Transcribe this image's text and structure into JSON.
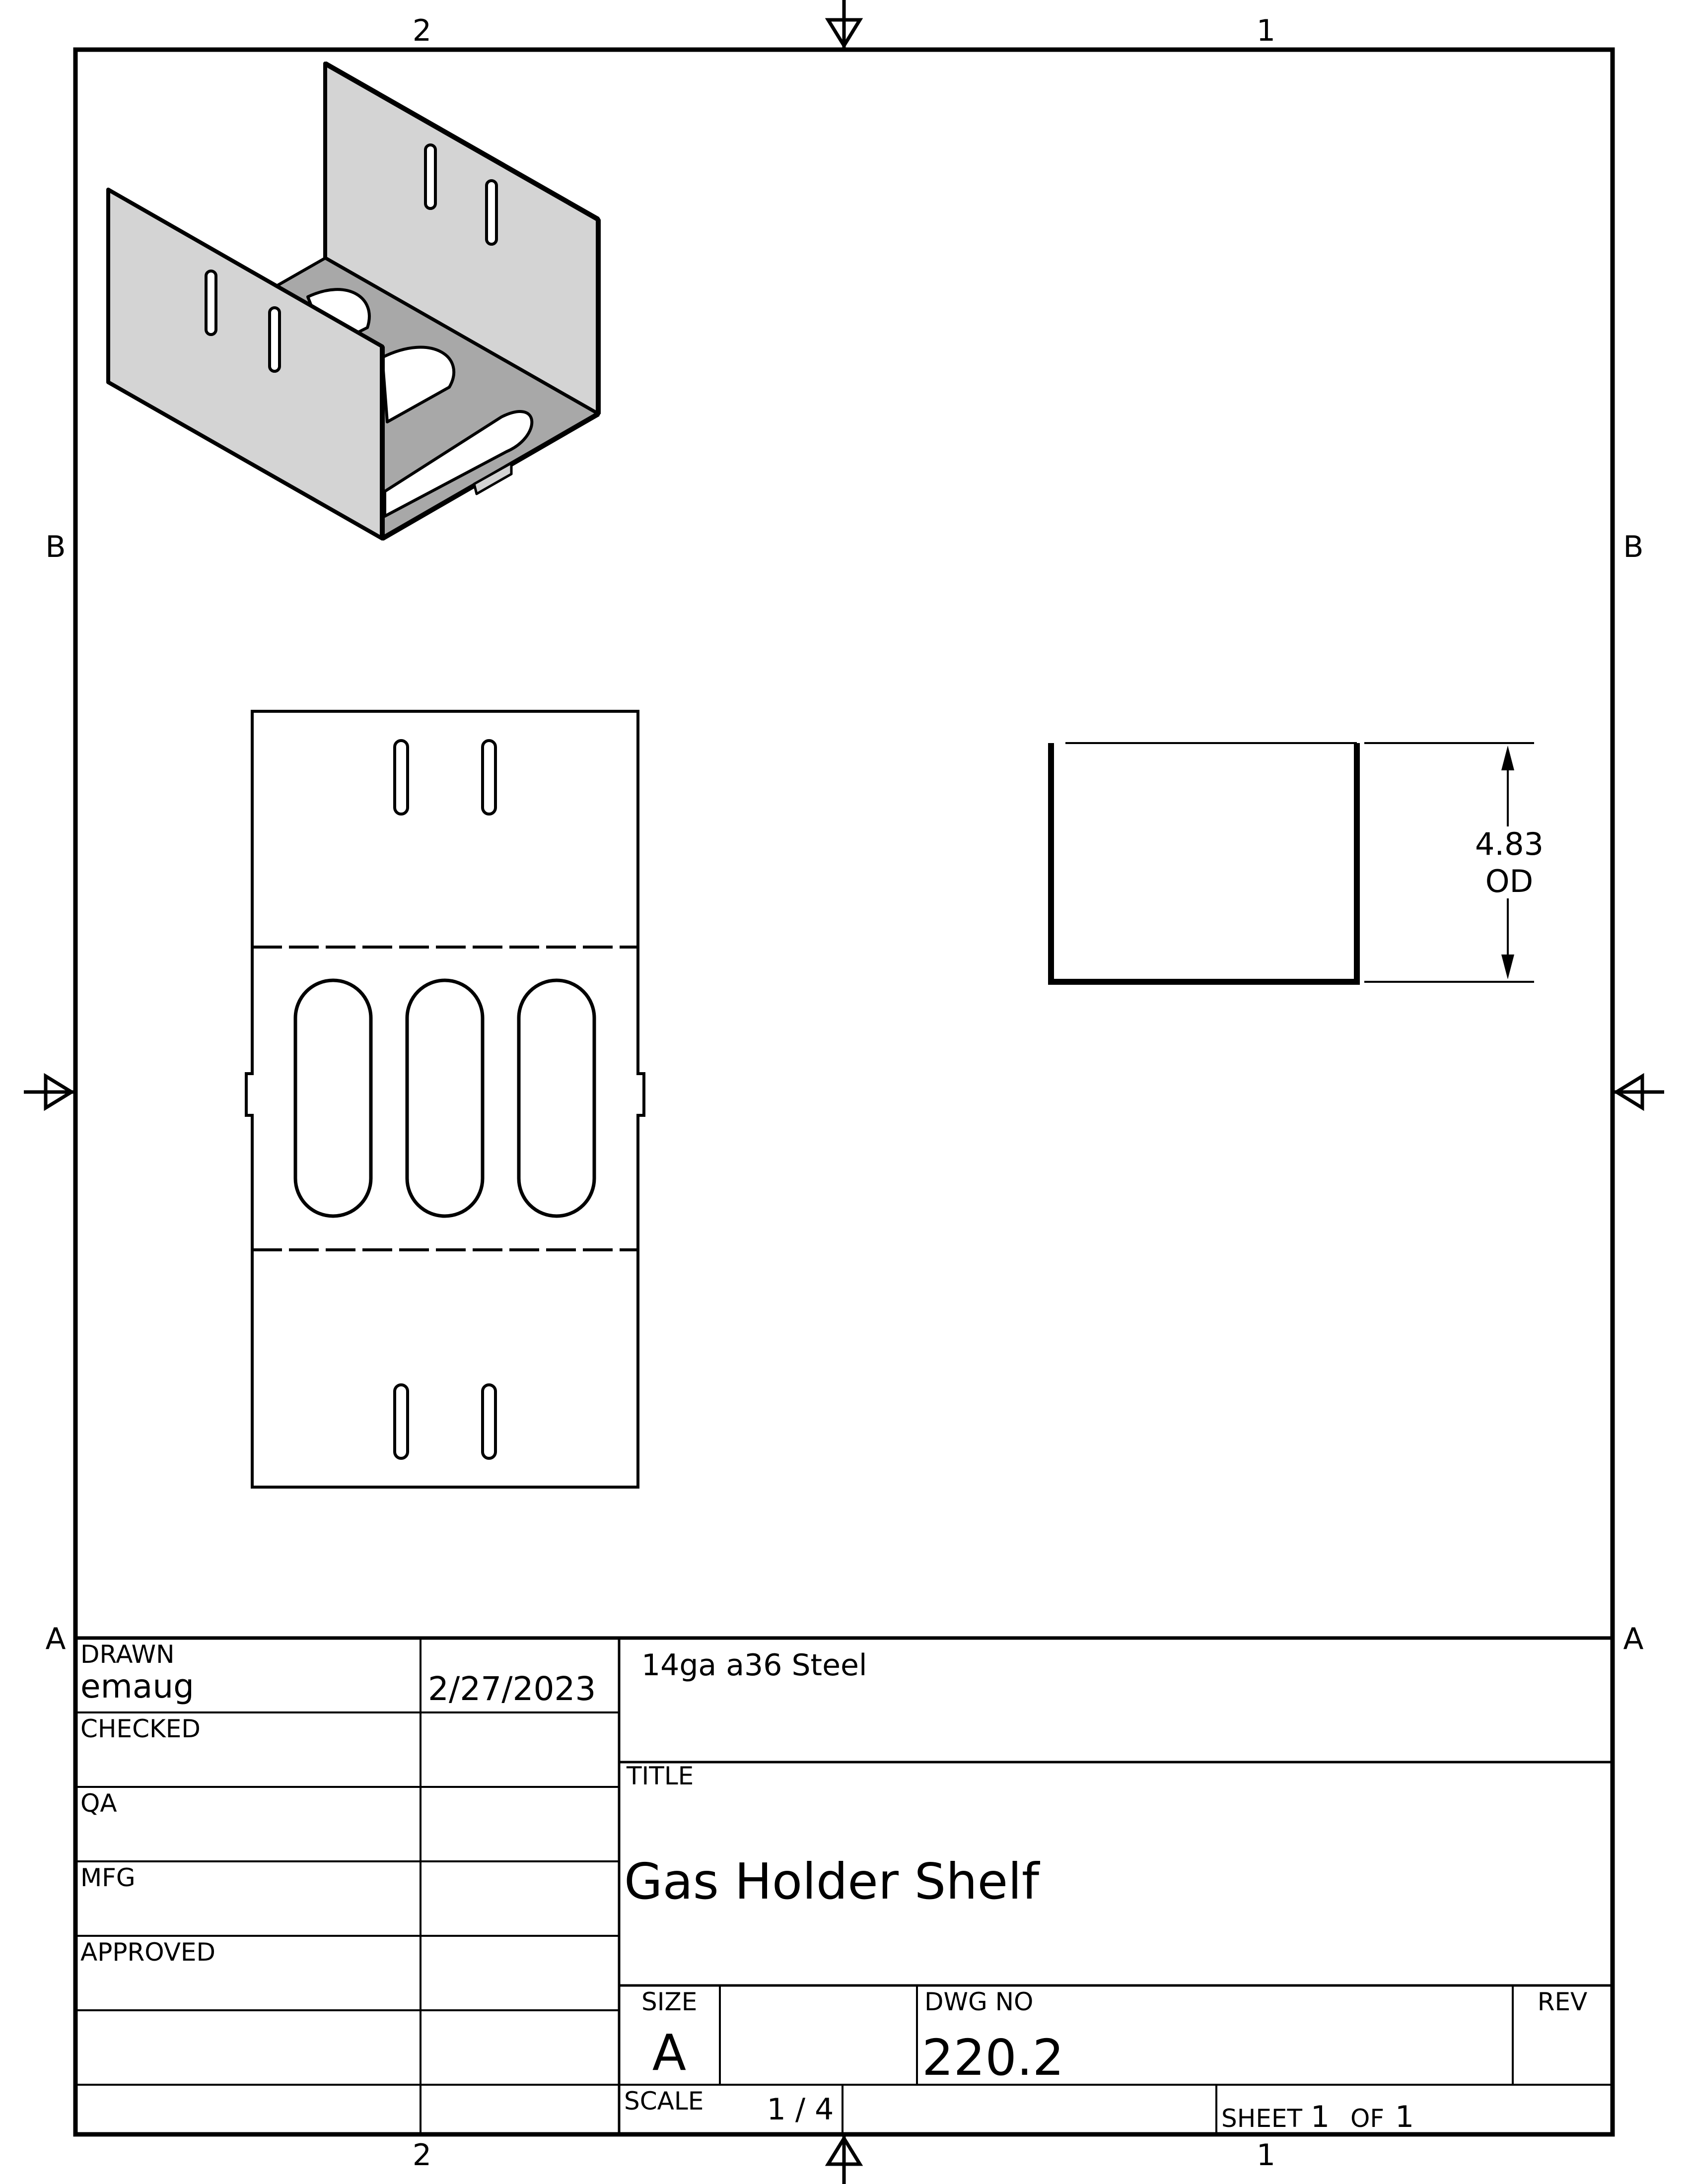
{
  "zones": {
    "top_left": "2",
    "top_right": "1",
    "bottom_left": "2",
    "bottom_right": "1",
    "left_upper": "B",
    "right_upper": "B",
    "left_lower": "A",
    "right_lower": "A"
  },
  "dimension": {
    "value": "4.83",
    "qualifier": "OD"
  },
  "title_block": {
    "drawn_label": "DRAWN",
    "drawn_by": "emaug",
    "drawn_date": "2/27/2023",
    "checked_label": "CHECKED",
    "qa_label": "QA",
    "mfg_label": "MFG",
    "approved_label": "APPROVED",
    "material": "14ga a36 Steel",
    "title_label": "TITLE",
    "title": "Gas Holder Shelf",
    "size_label": "SIZE",
    "size": "A",
    "dwg_no_label": "DWG NO",
    "dwg_no": "220.2",
    "rev_label": "REV",
    "scale_label": "SCALE",
    "scale": "1 / 4",
    "sheet_label": "SHEET",
    "sheet_num": "1",
    "of_label": "OF",
    "sheet_total": "1"
  },
  "colors": {
    "line": "#000000",
    "face_light": "#d4d4d4",
    "face_dark": "#a8a8a8",
    "background": "#ffffff"
  }
}
